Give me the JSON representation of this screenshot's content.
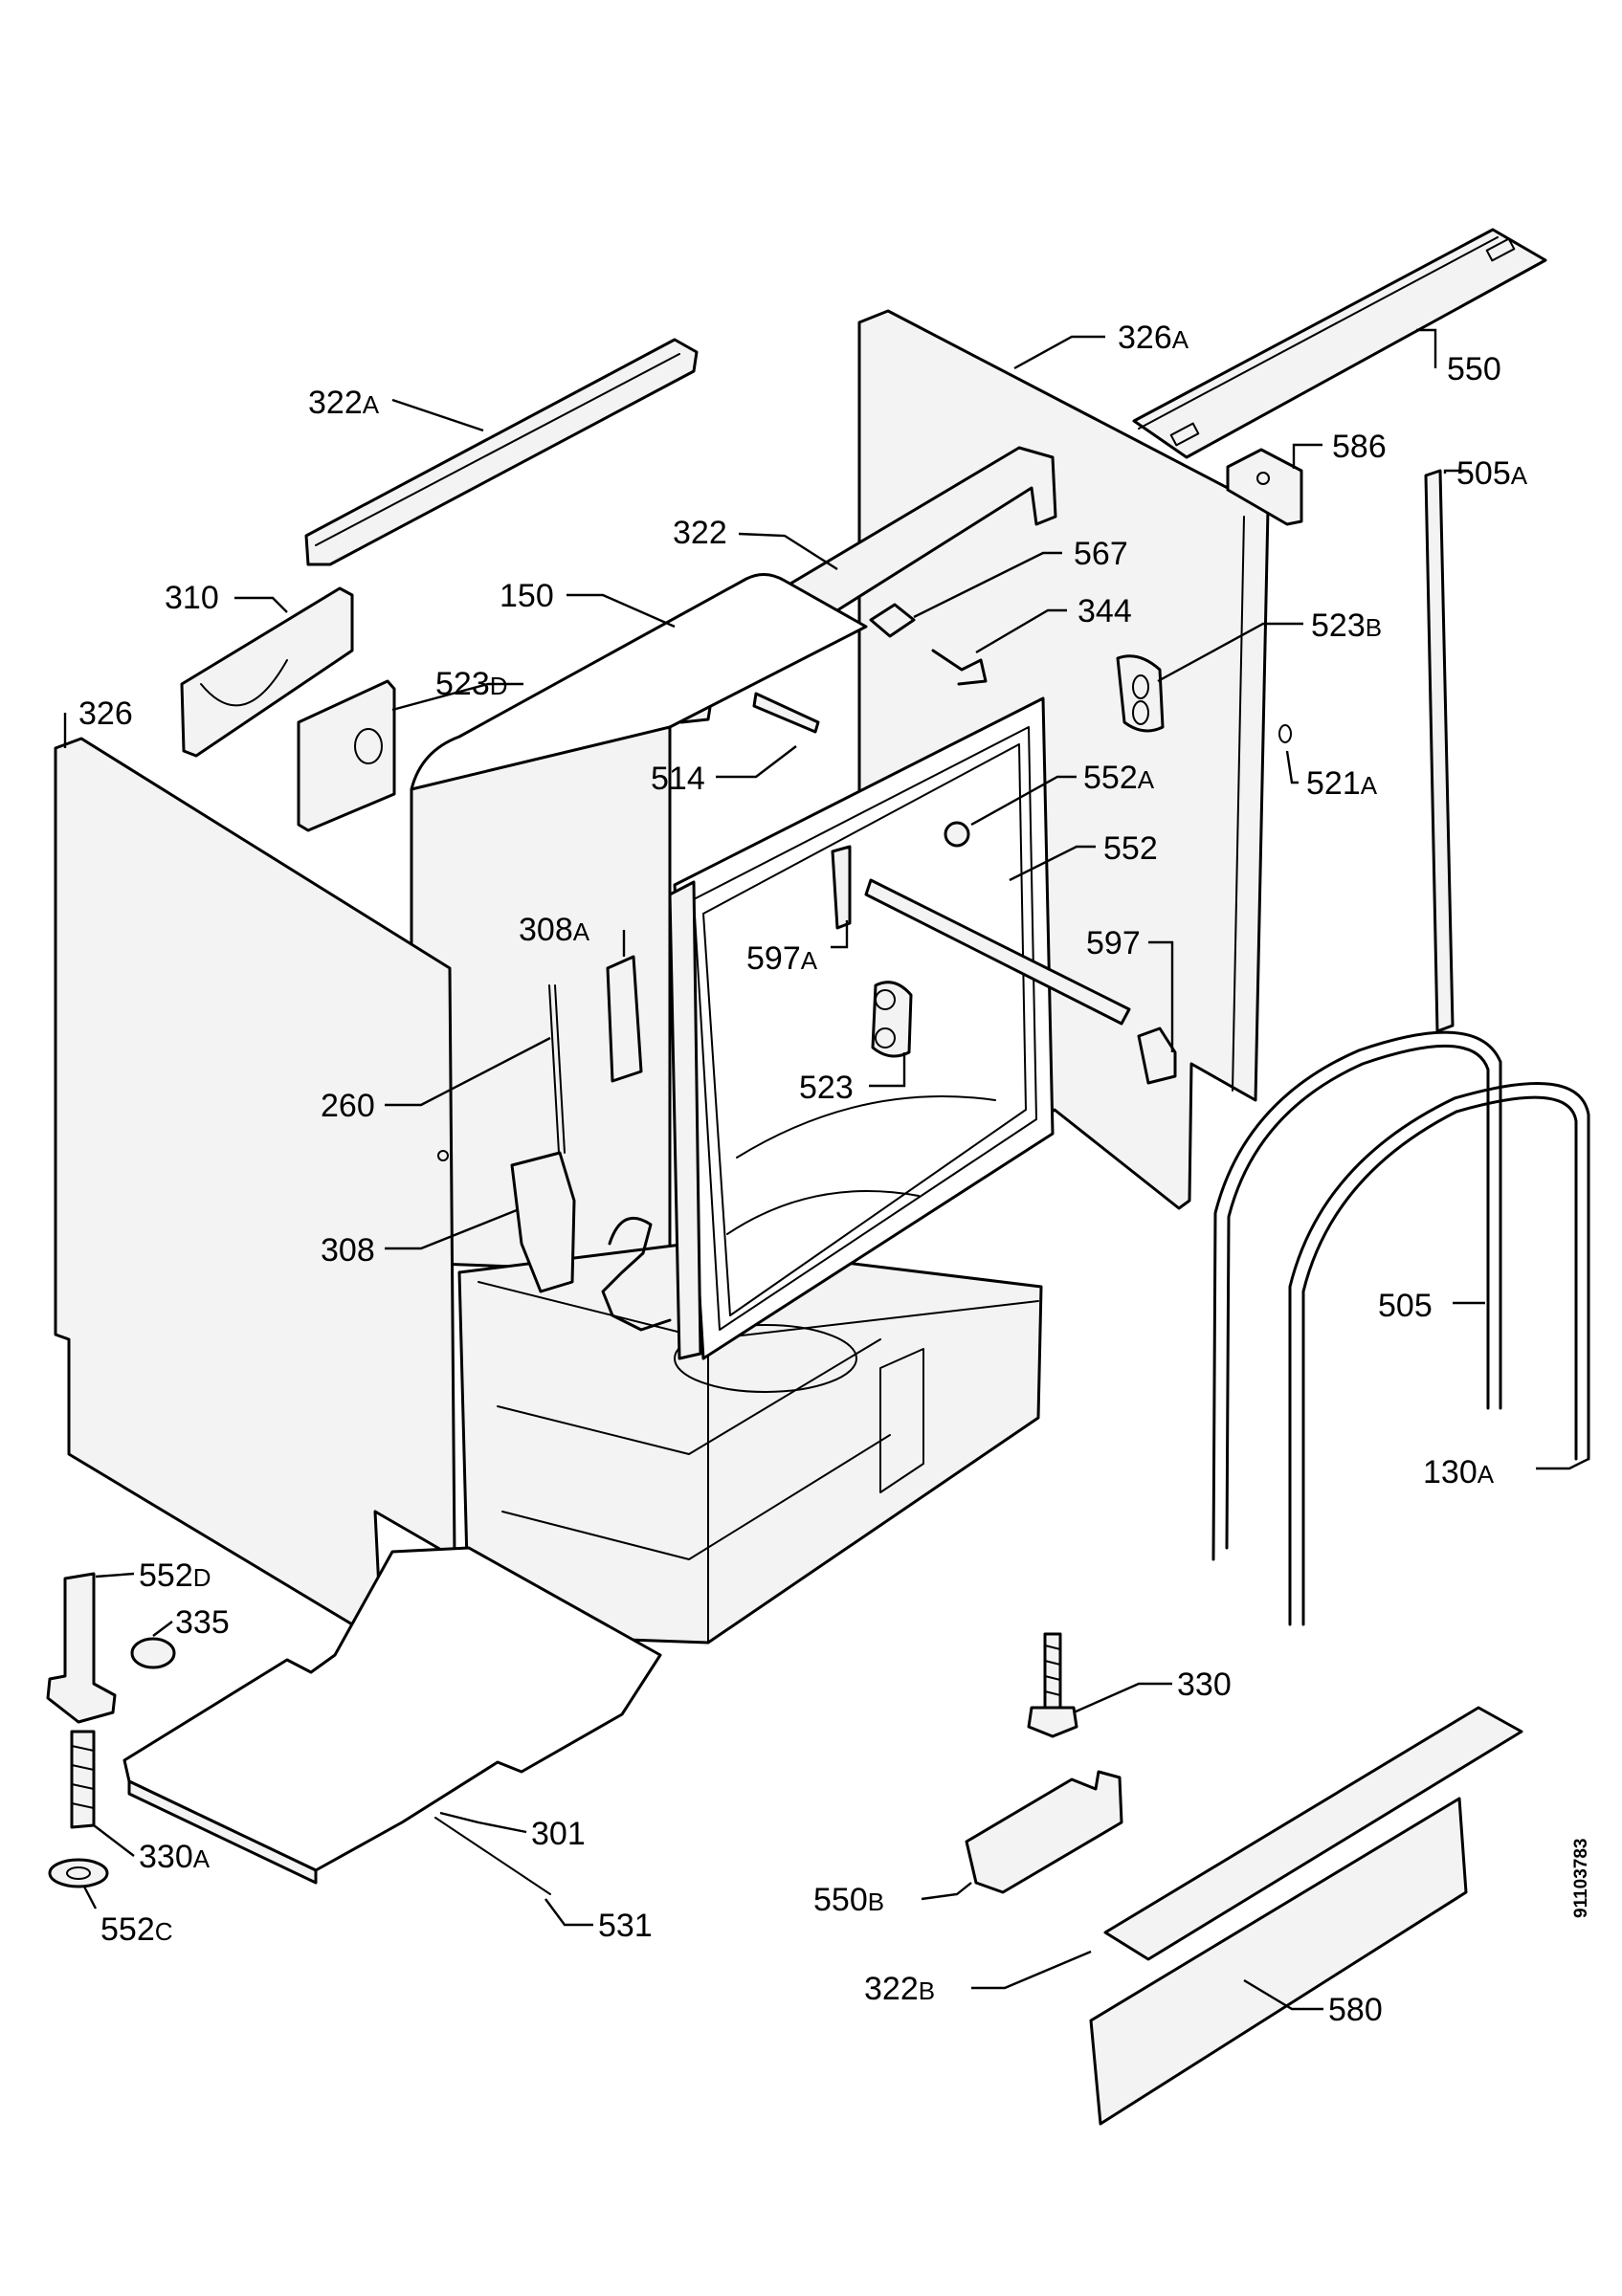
{
  "document_code": "91103783",
  "labels": {
    "p322A": {
      "num": "322",
      "suf": "A"
    },
    "p326A": {
      "num": "326",
      "suf": "A"
    },
    "p550": {
      "num": "550",
      "suf": ""
    },
    "p586": {
      "num": "586",
      "suf": ""
    },
    "p505A": {
      "num": "505",
      "suf": "A"
    },
    "p310": {
      "num": "310",
      "suf": ""
    },
    "p322": {
      "num": "322",
      "suf": ""
    },
    "p567": {
      "num": "567",
      "suf": ""
    },
    "p150": {
      "num": "150",
      "suf": ""
    },
    "p344": {
      "num": "344",
      "suf": ""
    },
    "p523B": {
      "num": "523",
      "suf": "B"
    },
    "p326": {
      "num": "326",
      "suf": ""
    },
    "p523D": {
      "num": "523",
      "suf": "D"
    },
    "p514": {
      "num": "514",
      "suf": ""
    },
    "p521A": {
      "num": "521",
      "suf": "A"
    },
    "p552A": {
      "num": "552",
      "suf": "A"
    },
    "p552": {
      "num": "552",
      "suf": ""
    },
    "p308A": {
      "num": "308",
      "suf": "A"
    },
    "p597A": {
      "num": "597",
      "suf": "A"
    },
    "p597": {
      "num": "597",
      "suf": ""
    },
    "p523": {
      "num": "523",
      "suf": ""
    },
    "p260": {
      "num": "260",
      "suf": ""
    },
    "p308": {
      "num": "308",
      "suf": ""
    },
    "p505": {
      "num": "505",
      "suf": ""
    },
    "p130A": {
      "num": "130",
      "suf": "A"
    },
    "p552D": {
      "num": "552",
      "suf": "D"
    },
    "p335": {
      "num": "335",
      "suf": ""
    },
    "p330": {
      "num": "330",
      "suf": ""
    },
    "p301": {
      "num": "301",
      "suf": ""
    },
    "p330A": {
      "num": "330",
      "suf": "A"
    },
    "p531": {
      "num": "531",
      "suf": ""
    },
    "p552C": {
      "num": "552",
      "suf": "C"
    },
    "p550B": {
      "num": "550",
      "suf": "B"
    },
    "p322B": {
      "num": "322",
      "suf": "B"
    },
    "p580": {
      "num": "580",
      "suf": ""
    }
  }
}
